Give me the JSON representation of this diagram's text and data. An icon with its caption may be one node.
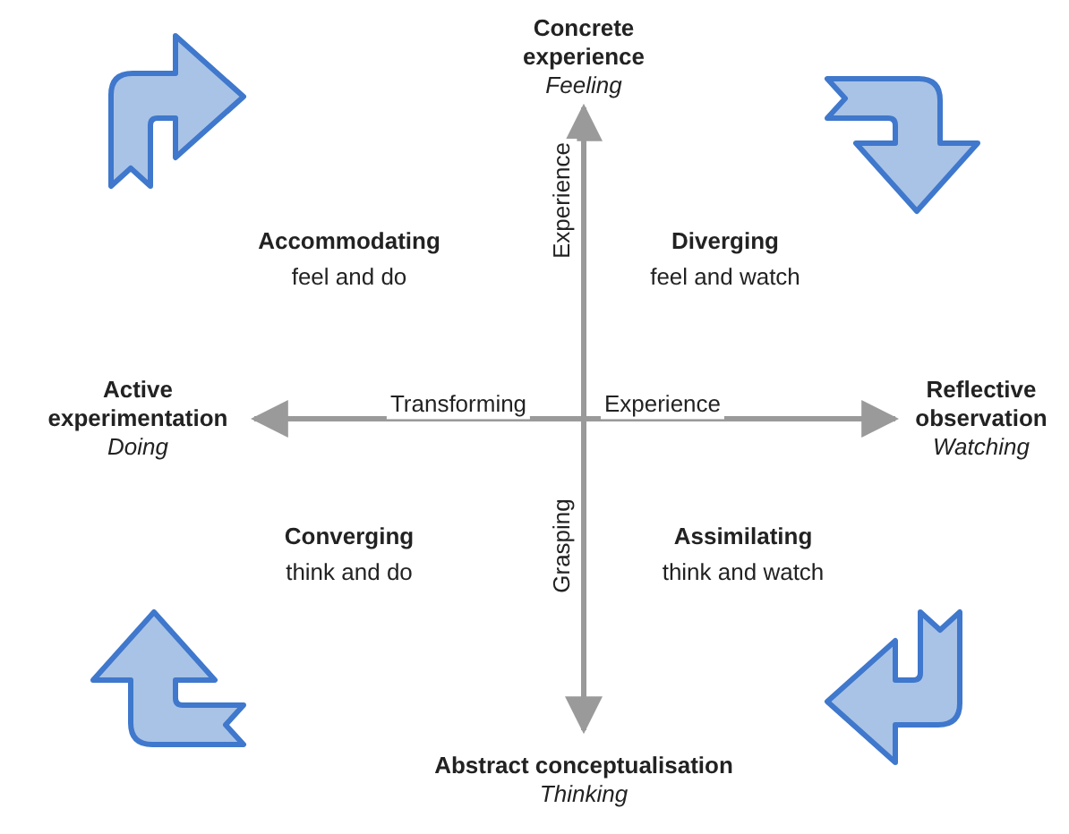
{
  "diagram": {
    "nodes": [
      {
        "text": [
          "Concrete experience",
          "Feeling"
        ]
      },
      {
        "text": [
          "Active experimentation",
          "Doing"
        ]
      },
      {
        "text": [
          "Reflective observation",
          "Watching"
        ]
      },
      {
        "text": [
          "Abstract conceptualisation",
          "Thinking"
        ]
      }
    ],
    "edges": [
      {
        "from": 0,
        "to": 3,
        "arrow": "both"
      },
      {
        "from": 1,
        "to": 2,
        "arrow": "both"
      }
    ],
    "labels": [
      "Experience",
      "Accommodating",
      "feel and do",
      "Diverging",
      "feel and watch",
      "Transforming",
      "Experience",
      "Converging",
      "think and do",
      "Grasping",
      "Assimilating",
      "think and watch"
    ]
  }
}
